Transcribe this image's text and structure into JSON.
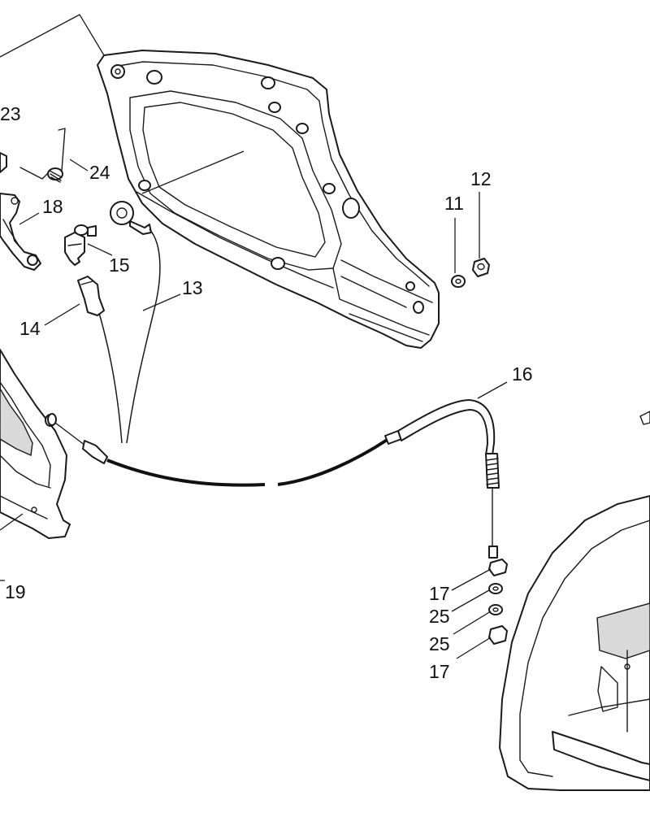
{
  "callouts": [
    {
      "id": "11",
      "text": "11"
    },
    {
      "id": "12",
      "text": "12"
    },
    {
      "id": "13",
      "text": "13"
    },
    {
      "id": "14",
      "text": "14"
    },
    {
      "id": "15",
      "text": "15"
    },
    {
      "id": "16",
      "text": "16"
    },
    {
      "id": "17a",
      "text": "17"
    },
    {
      "id": "17b",
      "text": "17"
    },
    {
      "id": "18",
      "text": "18"
    },
    {
      "id": "19",
      "text": "19"
    },
    {
      "id": "23",
      "text": "23"
    },
    {
      "id": "24",
      "text": "24"
    },
    {
      "id": "25a",
      "text": "25"
    },
    {
      "id": "25b",
      "text": "25"
    }
  ],
  "colors": {
    "line": "#1a1a1a",
    "background": "#ffffff",
    "shade": "#d9d9d9"
  }
}
